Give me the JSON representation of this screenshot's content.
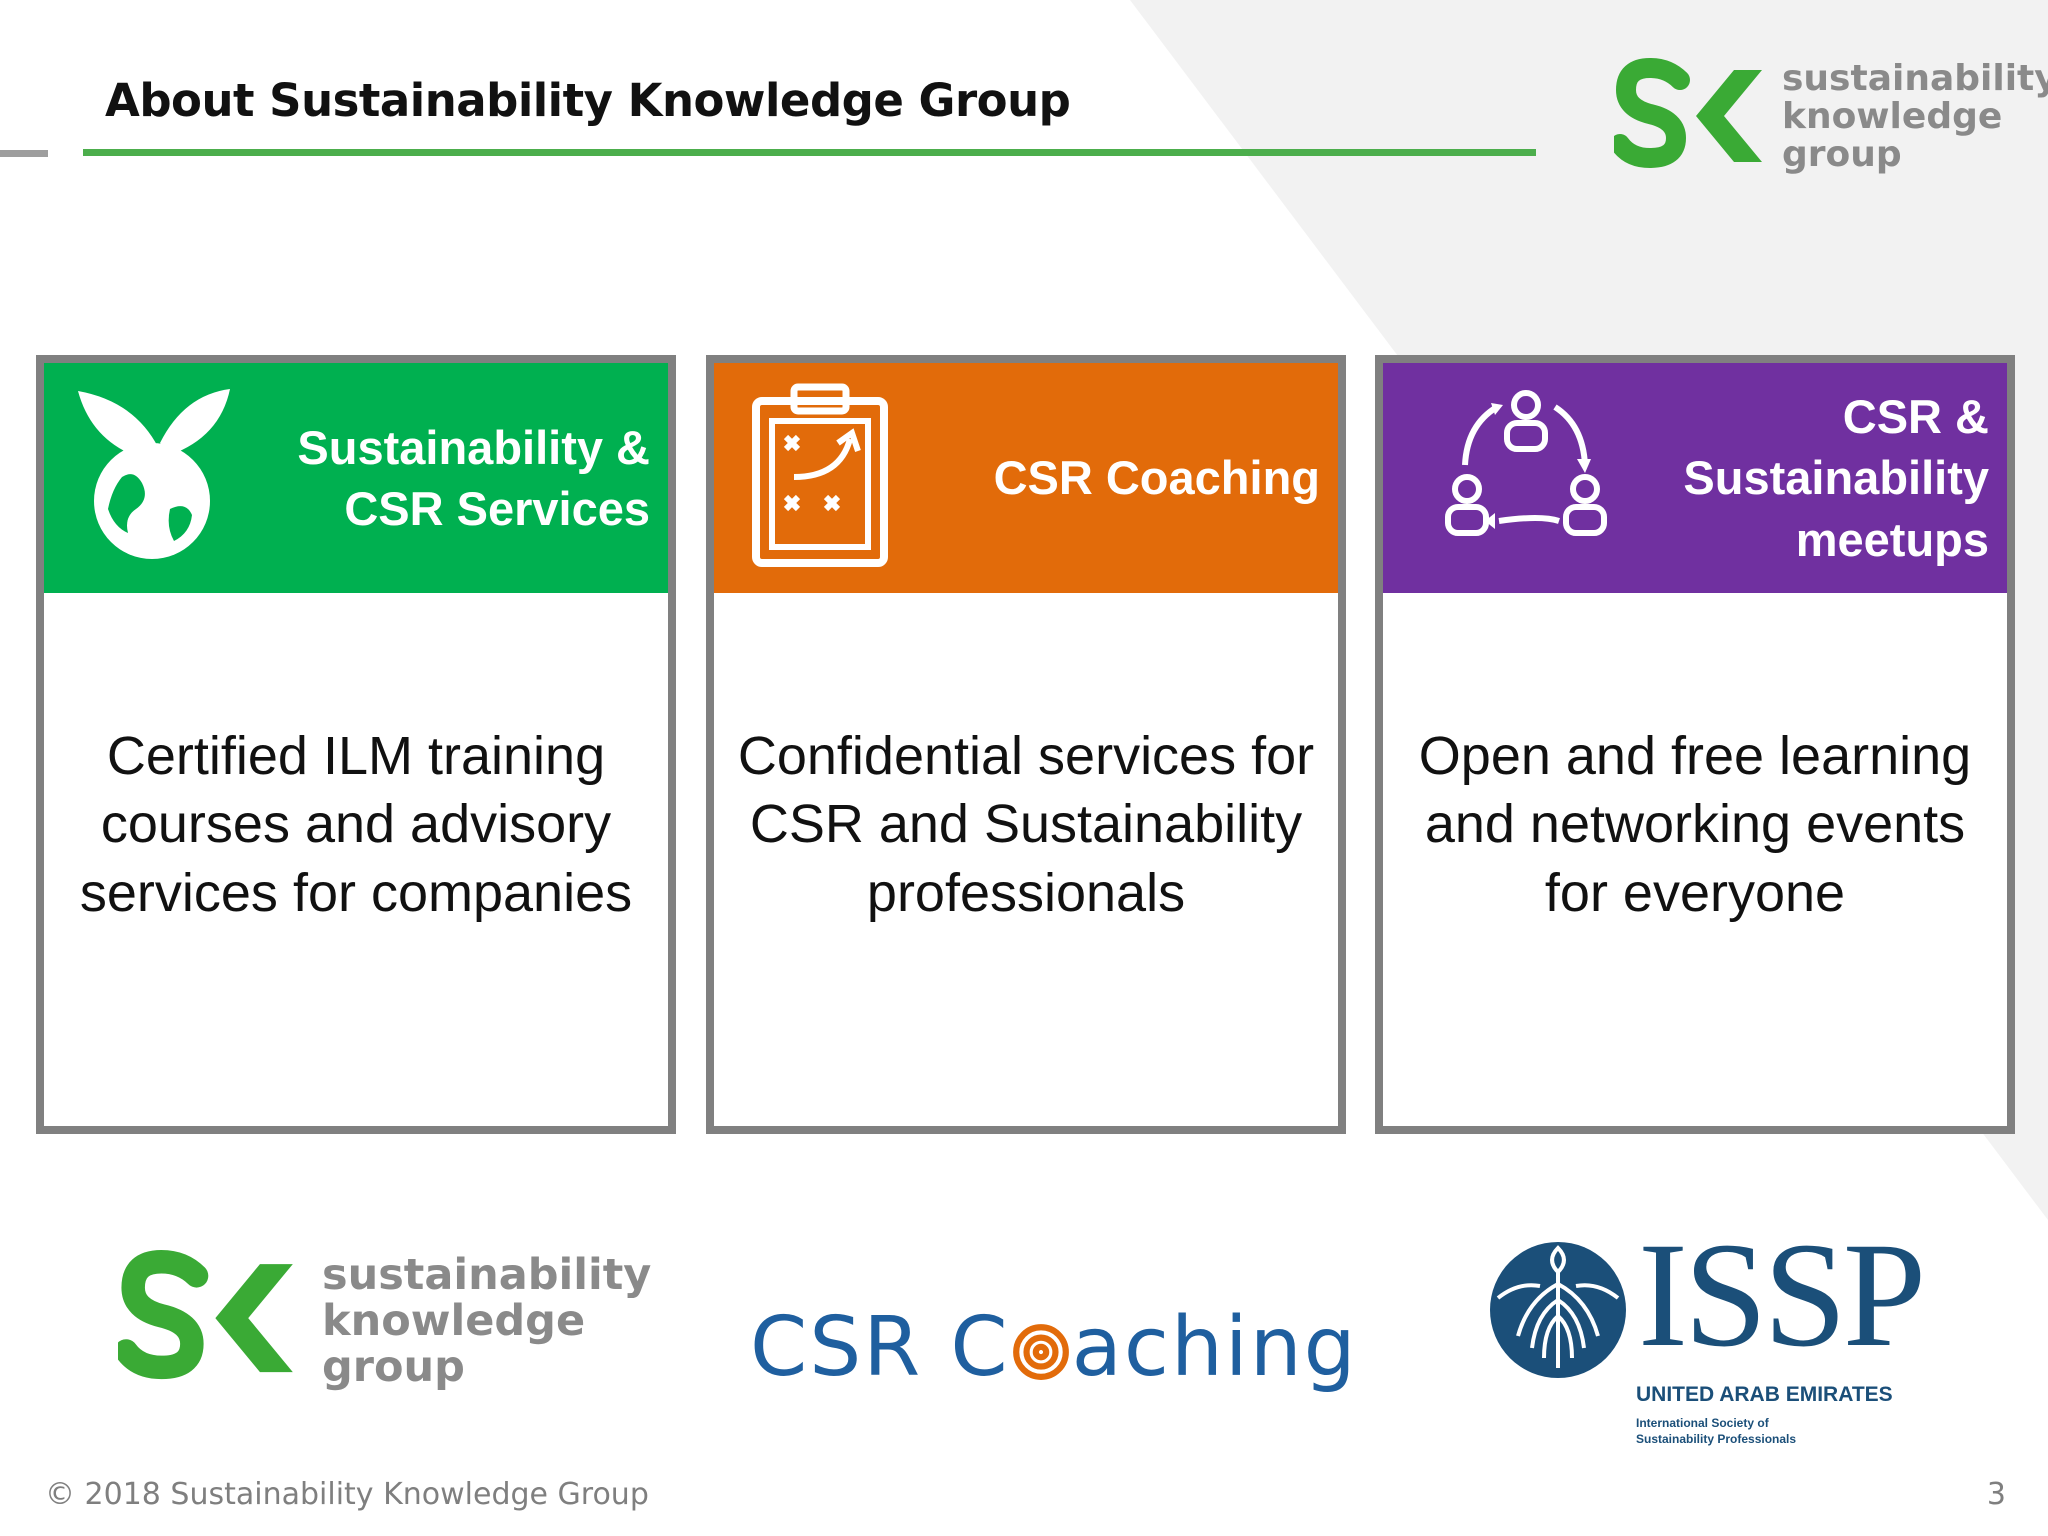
{
  "slide": {
    "title": "About Sustainability Knowledge Group",
    "page_number": "3",
    "footer": "© 2018 Sustainability Knowledge Group"
  },
  "brand": {
    "line1": "sustainability",
    "line2": "knowledge",
    "line3": "group",
    "green": "#3aaa35",
    "gray": "#8a8a8a"
  },
  "cards": [
    {
      "title": "Sustainability &\nCSR Services",
      "body": "Certified ILM training courses and advisory services for companies",
      "color": "#00b050",
      "icon": "plant-globe-icon"
    },
    {
      "title": "CSR Coaching",
      "body": "Confidential services for CSR and Sustainability professionals",
      "color": "#e26b0a",
      "icon": "clipboard-strategy-icon"
    },
    {
      "title": "CSR &\nSustainability\nmeetups",
      "body": "Open and free learning and networking events for everyone",
      "color": "#7030a0",
      "icon": "people-network-icon"
    }
  ],
  "logos": {
    "csr_coaching": {
      "text_before": "CSR C",
      "text_after": "aching",
      "blue": "#1f5f9f",
      "orange": "#e26b0a"
    },
    "issp": {
      "letters": "ISSP",
      "country": "UNITED ARAB EMIRATES",
      "full_name": "International Society of\nSustainability Professionals",
      "color": "#1b4f79"
    }
  }
}
